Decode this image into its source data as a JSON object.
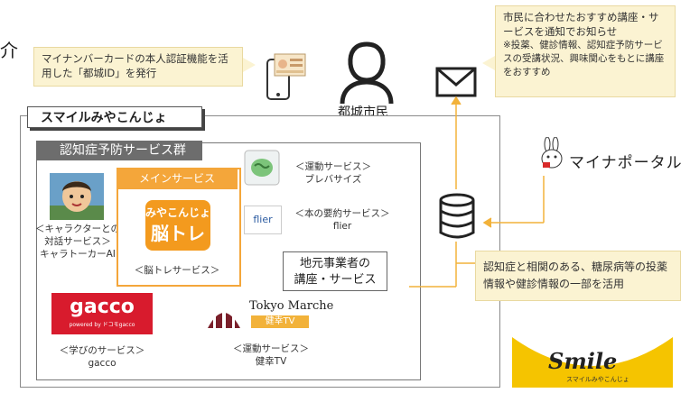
{
  "residents_label": "都城市民",
  "callout_id": "マイナンバーカードの本人認証機能を活用した「都城ID」を発行",
  "callout_notify": {
    "title": "市民に合わせたおすすめ講座・サービスを通知でお知らせ",
    "note": "※投薬、健診情報、認知症予防サービスの受講状況、興味関心をもとに講座をおすすめ"
  },
  "main_frame_title": "スマイルみやこんじょ",
  "group_title": "認知症予防サービス群",
  "main_service": {
    "header": "メインサービス",
    "logo_line1": "みやこんじょ",
    "logo_line2": "脳トレ",
    "caption": "＜脳トレサービス＞"
  },
  "character_service": {
    "caption_line1": "＜キャラクターとの",
    "caption_line2": "対話サービス＞",
    "caption_line3": "キャラトーカーAI"
  },
  "exercise_service": {
    "caption_line1": "＜運動サービス＞",
    "caption_line2": "ブレバサイズ"
  },
  "book_service": {
    "logo_text": "flier",
    "caption_line1": "＜本の要約サービス＞",
    "caption_line2": "flier"
  },
  "local_service": {
    "line1": "地元事業者の",
    "line2": "講座・サービス"
  },
  "gacco_service": {
    "logo_text": "gacco",
    "logo_sub": "powered by ドコモgacco",
    "caption_line1": "＜学びのサービス＞",
    "caption_line2": "gacco"
  },
  "tokyo_marche": {
    "logo_text": "Tokyo Marche",
    "logo_sub": "健幸TV",
    "caption_line1": "＜運動サービス＞",
    "caption_line2": "健幸TV"
  },
  "mynaportal_label": "マイナポータル",
  "callout_data": "認知症と相関のある、糖尿病等の投薬情報や健診情報の一部を活用",
  "smile_logo": {
    "text": "Smile",
    "sub": "スマイルみやこんじょ"
  },
  "cropped_left_char": "介",
  "colors": {
    "orange": "#f4a63a",
    "callout_bg": "#fbf3d2",
    "gacco_red": "#d81b2d",
    "smile_yellow": "#f5c400"
  }
}
